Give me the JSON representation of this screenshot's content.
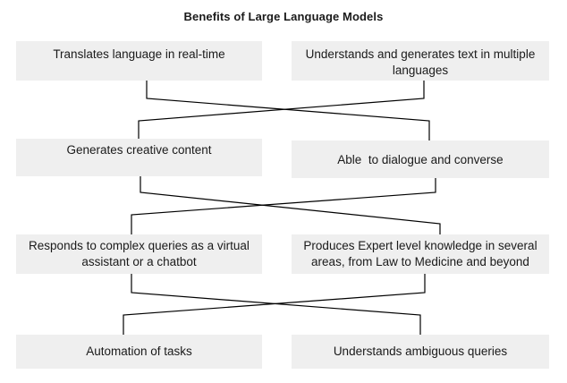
{
  "title": "Benefits of Large Language Models",
  "benefits": [
    {
      "text": "Translates language in real-time"
    },
    {
      "text": "Understands and generates text in multiple languages"
    },
    {
      "text": "Generates creative content"
    },
    {
      "text": "Able  to dialogue and converse"
    },
    {
      "text": "Responds to complex queries as a virtual assistant or a chatbot"
    },
    {
      "text": "Produces Expert level knowledge in several areas, from Law to Medicine and beyond"
    },
    {
      "text": "Automation of tasks"
    },
    {
      "text": "Understands ambiguous queries"
    }
  ],
  "colors": {
    "box_fill": "#efefef",
    "connector": "#000000",
    "text": "#1a1a1a"
  }
}
